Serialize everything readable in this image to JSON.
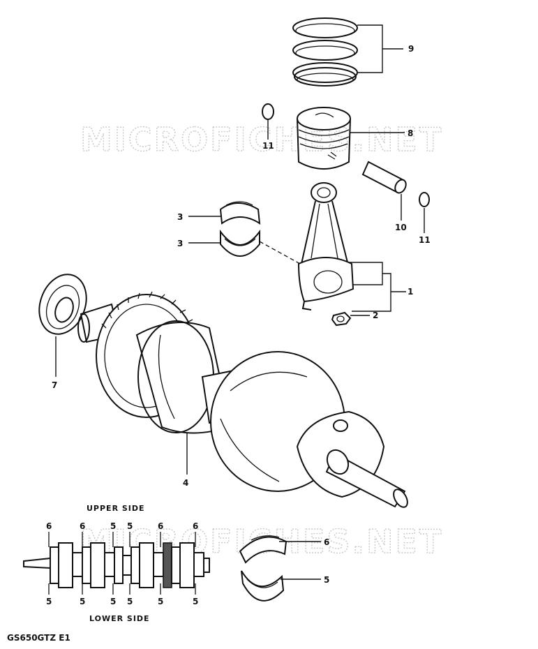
{
  "watermarks": [
    "MICROFICHES.NET",
    "MICROFICHES.NET"
  ],
  "callouts": {
    "c1": "1",
    "c2": "2",
    "c3a": "3",
    "c3b": "3",
    "c4": "4",
    "c5_small": "5",
    "c6_small": "6",
    "c7": "7",
    "c8": "8",
    "c9": "9",
    "c10": "10",
    "c11a": "11",
    "c11b": "11"
  },
  "inset": {
    "upper_label": "UPPER SIDE",
    "lower_label": "LOWER SIDE",
    "upper_numbers": [
      "6",
      "6",
      "5",
      "5",
      "6",
      "6"
    ],
    "lower_numbers": [
      "5",
      "5",
      "5",
      "5",
      "5",
      "5"
    ]
  },
  "footer_code": "GS650GTZ E1"
}
